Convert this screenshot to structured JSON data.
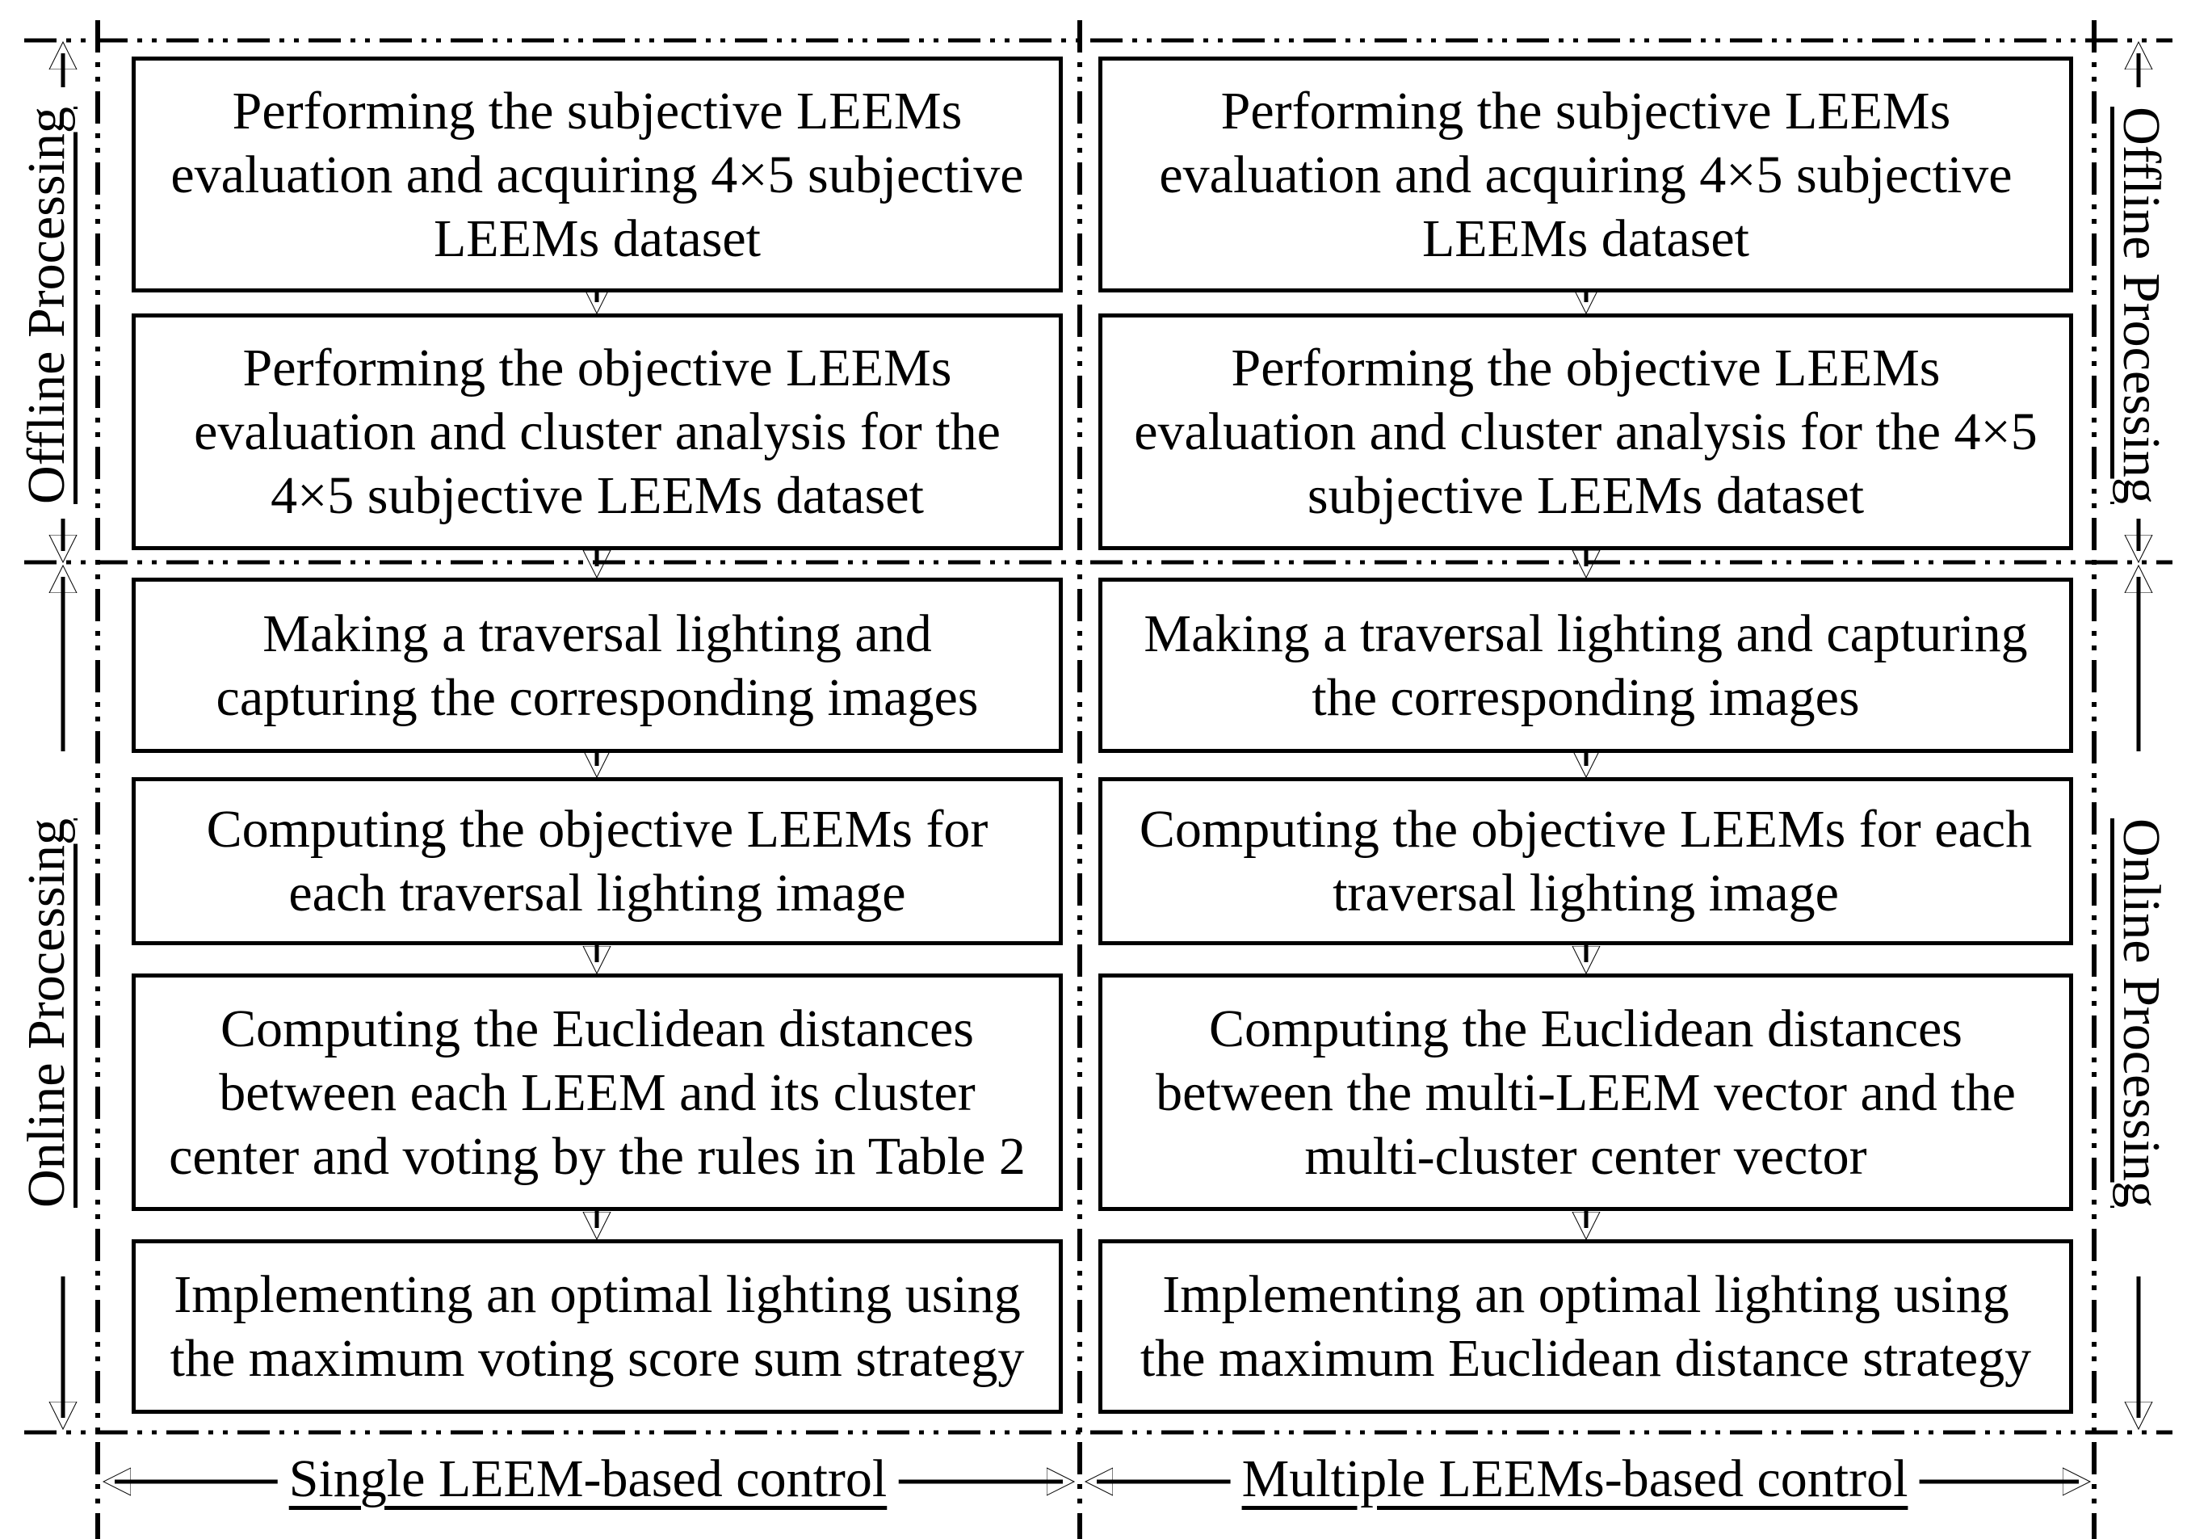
{
  "figure": {
    "side_labels": {
      "offline": "Offline Processing",
      "online": "Online Processing"
    },
    "columns": [
      {
        "bottom_label": "Single LEEM-based control",
        "boxes": [
          "Performing the subjective LEEMs\nevaluation and acquiring 4×5 subjective\nLEEMs dataset",
          "Performing the objective LEEMs\nevaluation and cluster analysis for the\n4×5 subjective LEEMs dataset",
          "Making a traversal lighting and\ncapturing the corresponding images",
          "Computing the objective LEEMs for\neach traversal lighting image",
          "Computing the Euclidean distances\nbetween each LEEM and its cluster\ncenter and voting by the rules in Table 2",
          "Implementing an optimal lighting using\nthe maximum voting score sum strategy"
        ]
      },
      {
        "bottom_label": "Multiple LEEMs-based control",
        "boxes": [
          "Performing the subjective LEEMs\nevaluation and acquiring 4×5 subjective\nLEEMs dataset",
          "Performing the objective LEEMs\nevaluation and cluster analysis for the 4×5\nsubjective LEEMs dataset",
          "Making a traversal lighting and capturing\nthe corresponding images",
          "Computing the objective LEEMs for each\ntraversal lighting image",
          "Computing the Euclidean distances\nbetween the multi-LEEM vector and the\nmulti-cluster center vector",
          "Implementing an optimal lighting using\nthe maximum Euclidean distance strategy"
        ]
      }
    ],
    "colors": {
      "line": "#000000",
      "background": "#ffffff"
    }
  }
}
